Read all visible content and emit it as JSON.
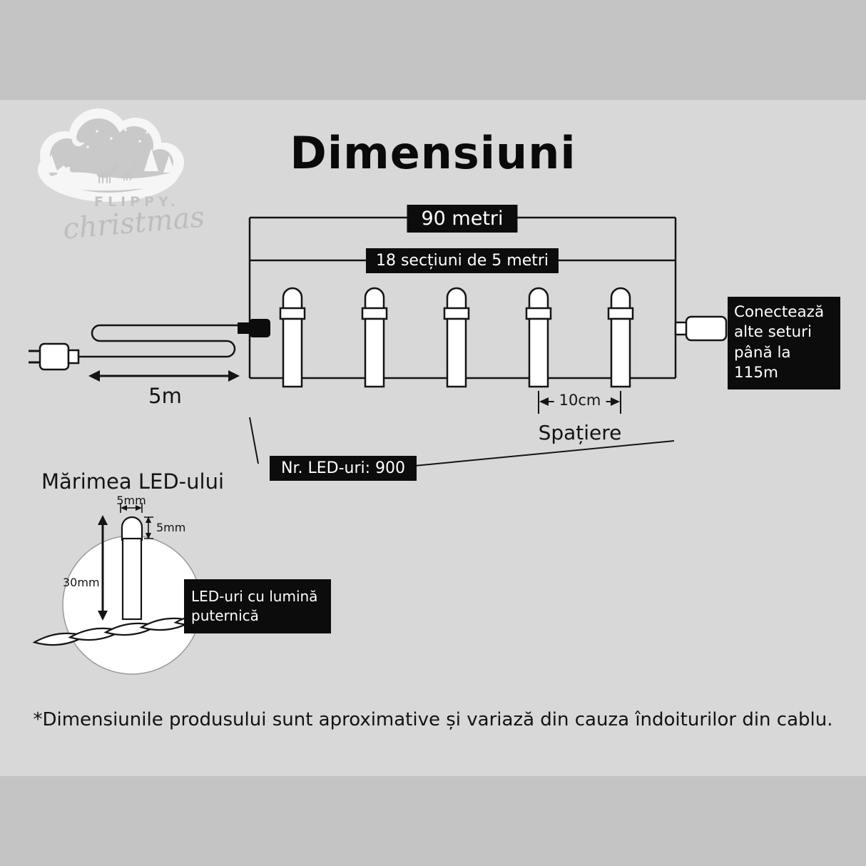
{
  "page": {
    "title": "Dimensiuni",
    "footnote": "*Dimensiunile produsului sunt aproximative și variază din cauza îndoiturilor din cablu."
  },
  "logo": {
    "brand": "FLIPPY.",
    "script": "christmas"
  },
  "string_diagram": {
    "total_length": "90 metri",
    "sections": "18 secțiuni de 5 metri",
    "lead_length": "5m",
    "led_count": "Nr. LED-uri: 900",
    "spacing_value": "10cm",
    "spacing_caption": "Spațiere",
    "connect_note": "Conectează alte seturi până la 115m"
  },
  "led_size": {
    "heading": "Mărimea LED-ului",
    "width": "5mm",
    "dome_height": "5mm",
    "body_length": "30mm",
    "note": "LED-uri cu lumină puternică"
  },
  "colors": {
    "band": "#c3c3c3",
    "background": "#d8d8d8",
    "label_bg": "#0c0c0c",
    "label_text": "#ffffff",
    "line": "#141414"
  }
}
